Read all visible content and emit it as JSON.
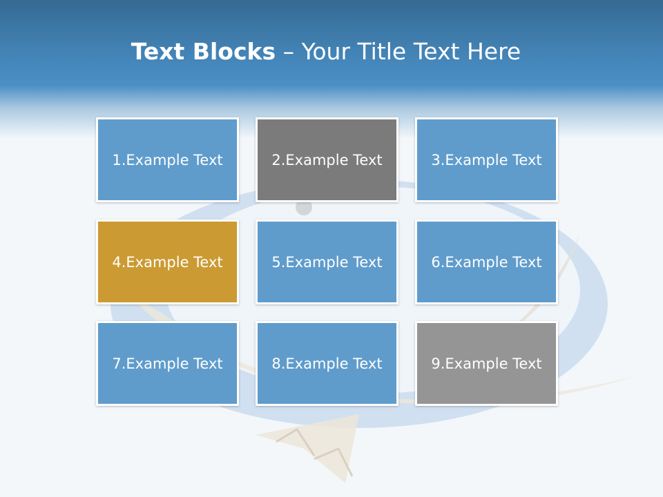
{
  "title": {
    "bold_part": "Text Blocks",
    "dash": " – ",
    "rest": "Your Title Text Here"
  },
  "blocks": [
    {
      "label": "1.Example Text",
      "color": "#5f9ccc"
    },
    {
      "label": "2.Example Text",
      "color": "#7b7b7b"
    },
    {
      "label": "3.Example Text",
      "color": "#5f9ccc"
    },
    {
      "label": "4.Example Text",
      "color": "#cc9a33"
    },
    {
      "label": "5.Example Text",
      "color": "#5f9ccc"
    },
    {
      "label": "6.Example Text",
      "color": "#5f9ccc"
    },
    {
      "label": "7.Example Text",
      "color": "#5f9ccc"
    },
    {
      "label": "8.Example Text",
      "color": "#5f9ccc"
    },
    {
      "label": "9.Example Text",
      "color": "#959595"
    }
  ]
}
